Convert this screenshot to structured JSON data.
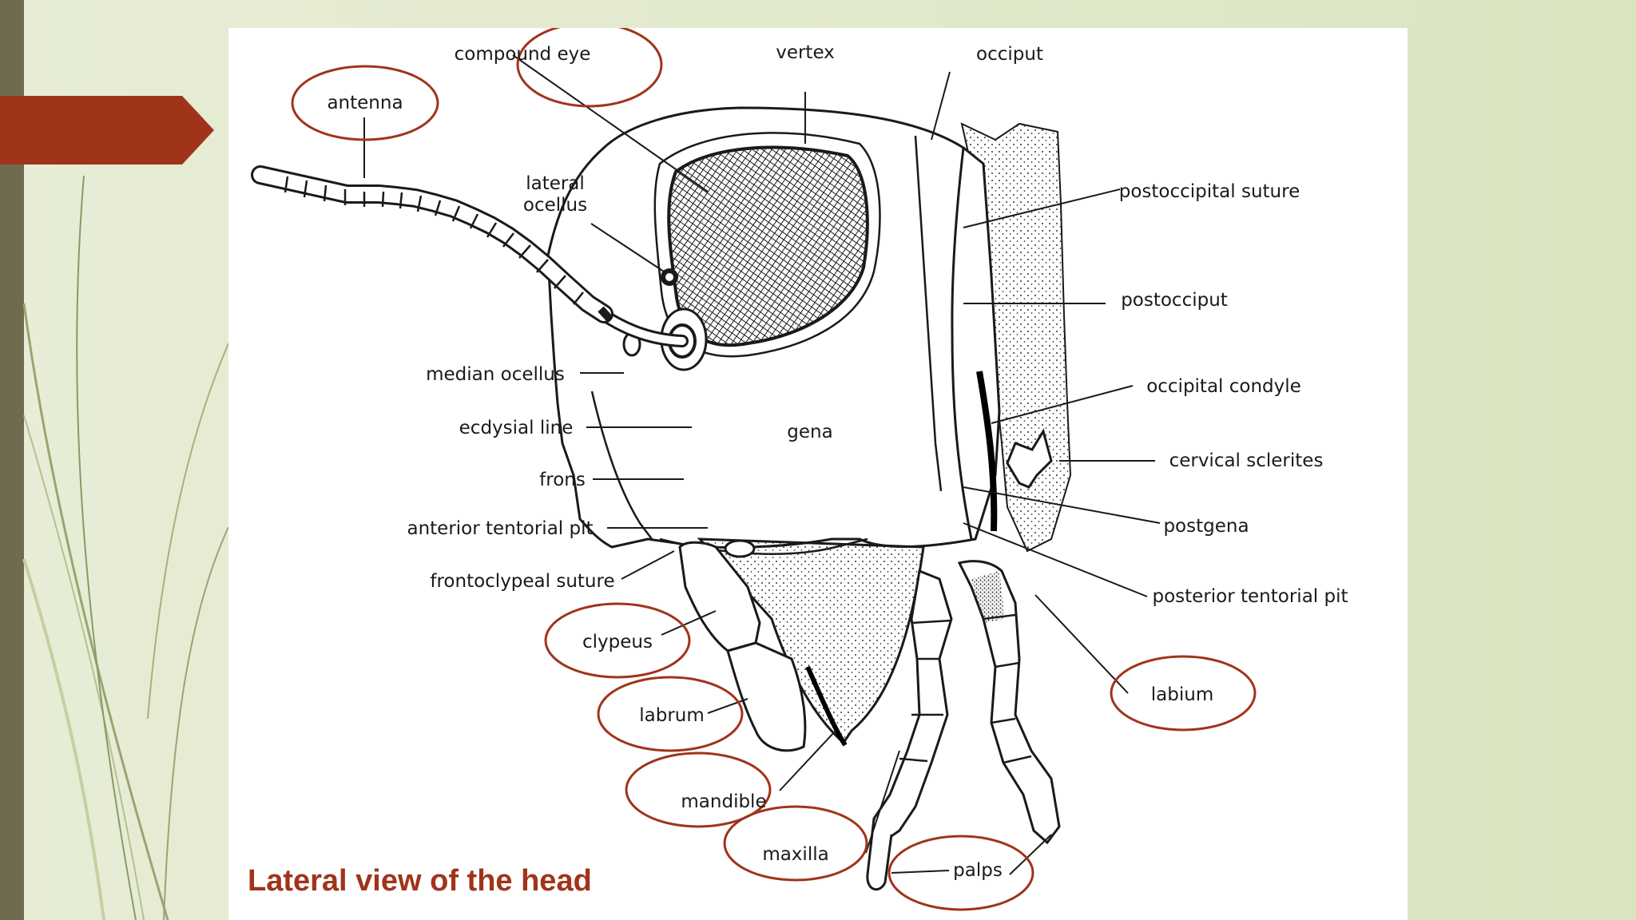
{
  "slide": {
    "caption": "Lateral view of the head",
    "colors": {
      "background": "#e3ead0",
      "side_bar": "#6e6b4f",
      "arrow": "#a0341a",
      "highlight_ring": "#a0341a",
      "caption": "#a0341a"
    }
  },
  "diagram": {
    "labels": {
      "compound_eye": "compound eye",
      "vertex": "vertex",
      "occiput": "occiput",
      "antenna": "antenna",
      "lateral_ocellus_1": "lateral",
      "lateral_ocellus_2": "ocellus",
      "postoccipital_suture": "postoccipital suture",
      "postocciput": "postocciput",
      "median_ocellus": "median ocellus",
      "occipital_condyle": "occipital condyle",
      "ecdysial_line": "ecdysial line",
      "gena": "gena",
      "cervical_sclerites": "cervical sclerites",
      "frons": "frons",
      "postgena": "postgena",
      "anterior_tentorial_pit": "anterior tentorial pit",
      "frontoclypeal_suture": "frontoclypeal suture",
      "posterior_tentorial_pit": "posterior tentorial pit",
      "clypeus": "clypeus",
      "labium": "labium",
      "labrum": "labrum",
      "mandible": "mandible",
      "maxilla": "maxilla",
      "palps": "palps"
    },
    "highlighted": [
      "compound eye",
      "antenna",
      "clypeus",
      "labrum",
      "mandible",
      "maxilla",
      "palps",
      "labium"
    ]
  }
}
